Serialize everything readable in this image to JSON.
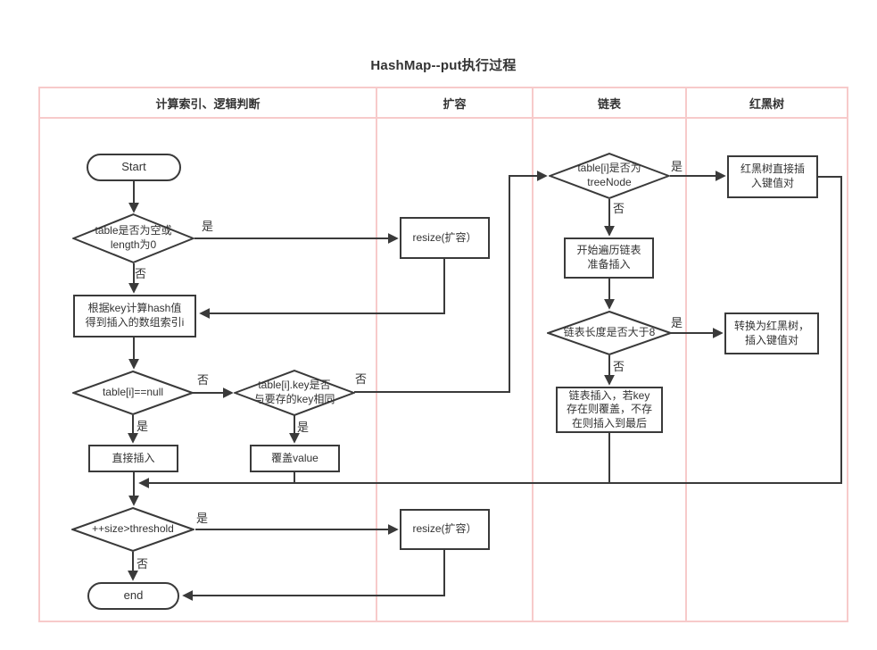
{
  "title": "HashMap--put执行过程",
  "lanes": [
    {
      "label": "计算索引、逻辑判断"
    },
    {
      "label": "扩容"
    },
    {
      "label": "链表"
    },
    {
      "label": "红黑树"
    }
  ],
  "nodes": {
    "start": "Start",
    "check_table_empty": "table是否为空或\nlength为0",
    "resize_1": "resize(扩容）",
    "compute_hash": "根据key计算hash值\n得到插入的数组索引i",
    "check_null": "table[i]==null",
    "check_key_same": "table[i].key是否\n与要存的key相同",
    "direct_insert": "直接插入",
    "cover_value": "覆盖value",
    "check_threshold": "++size>threshold",
    "resize_2": "resize(扩容）",
    "end": "end",
    "check_treenode": "table[i]是否为\ntreeNode",
    "traverse_list": "开始遍历链表\n准备插入",
    "check_length": "链表长度是否大于8",
    "list_insert": "链表插入，若key\n存在则覆盖，不存\n在则插入到最后",
    "rbtree_insert": "红黑树直接插\n入键值对",
    "convert_rbtree": "转换为红黑树，\n插入键值对"
  },
  "labels": {
    "yes": "是",
    "no": "否"
  },
  "colors": {
    "lane_border": "#f7caca",
    "flow_line": "#3a3a3a",
    "text": "#333333",
    "background": "#ffffff"
  }
}
